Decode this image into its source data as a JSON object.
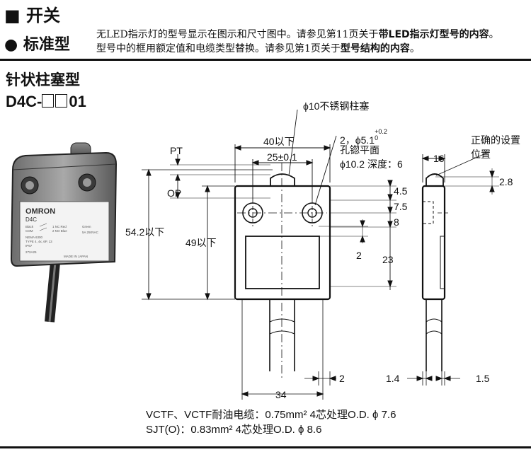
{
  "header": {
    "section_title": "开关",
    "subsection_title": "标准型",
    "note_line1_prefix": "无LED指示灯的型号显示在图示和尺寸图中。请参见第11页关于",
    "note_line1_bold": "带LED指示灯型号的内容",
    "note_line1_end": "。",
    "note_line2_prefix": "型号中的框用额定值和电缆类型替换。请参见第1页关于",
    "note_line2_bold": "型号结构的内容",
    "note_line2_end": "。"
  },
  "product": {
    "type_name": "针状柱塞型",
    "model_prefix": "D4C-",
    "model_suffix": "01"
  },
  "switch_label": {
    "brand": "OMRON",
    "model": "D4C",
    "small_lines": [
      "Black",
      "COM",
      "NEMA 6300",
      "TYPE 4, 4x, 6P, 13",
      "IP67",
      "272A25"
    ],
    "right_lines": [
      "1 NC Red",
      "2 NO Blue",
      "Green",
      "5A 250VAC",
      "MADE IN JAPAN"
    ]
  },
  "dimensions": {
    "plunger_note": "ϕ10不锈钢柱塞",
    "width_max": "40以下",
    "hole_pitch": "25±0.1",
    "hole_note_1": "2，ϕ5.1",
    "hole_tol_upper": "+0.2",
    "hole_tol_lower": "0",
    "hole_note_2": "孔锪平面",
    "hole_note_3": "ϕ10.2 深度：6",
    "pt": "PT",
    "op": "OP",
    "total_height": "54.2以下",
    "body_height": "49以下",
    "d_4_5": "4.5",
    "d_7_5": "7.5",
    "d_8": "8",
    "d_2_left": "2",
    "d_23": "23",
    "d_2_right": "2",
    "d_34": "34",
    "side_width": "16",
    "mount_pos_1": "正确的设置",
    "mount_pos_2": "位置",
    "d_2_8": "2.8",
    "d_1_4": "1.4",
    "d_1_5": "1.5"
  },
  "cable": {
    "line1": "VCTF、VCTF耐油电缆：0.75mm² 4芯处理O.D. ϕ 7.6",
    "line2": "SJT(O)：0.83mm² 4芯处理O.D. ϕ 8.6"
  }
}
